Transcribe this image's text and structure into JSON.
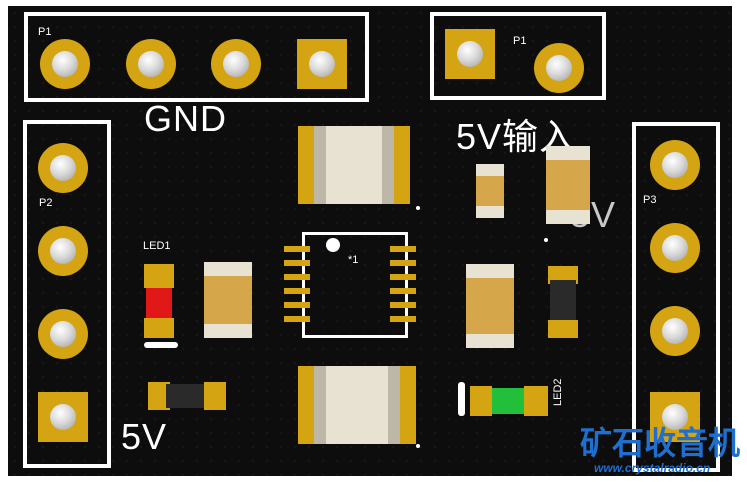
{
  "labels": {
    "p1_left": "P1",
    "p1_right": "P1",
    "p2": "P2",
    "p3": "P3",
    "led1": "LED1",
    "led2": "LED2",
    "u1": "*1",
    "gnd": "GND",
    "in5v": "5V输入",
    "out5v": "5V",
    "rail5v": "5V"
  },
  "watermark": {
    "title": "矿石收音机",
    "url": "www.crystalradio.cn"
  },
  "colors": {
    "board": "#0d0d0d",
    "pad": "#d4a412",
    "silkscreen": "#ffffff",
    "led_red": "#e01818",
    "led_green": "#22c03a",
    "watermark": "#1f6fd0"
  }
}
